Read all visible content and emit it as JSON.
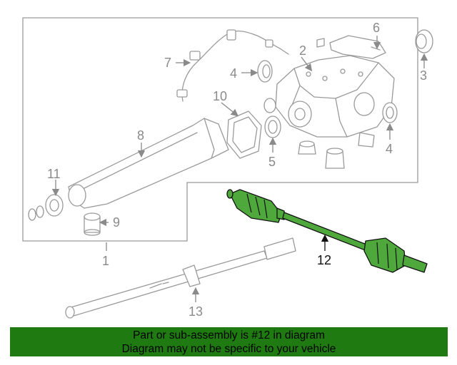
{
  "callouts": {
    "c1": "1",
    "c2": "2",
    "c3": "3",
    "c4a": "4",
    "c4b": "4",
    "c5": "5",
    "c6": "6",
    "c7": "7",
    "c8": "8",
    "c9": "9",
    "c10": "10",
    "c11": "11",
    "c12": "12",
    "c13": "13"
  },
  "highlighted_part": "12",
  "colors": {
    "highlight": "#4fa83b",
    "banner": "#1f7a12",
    "line": "#9a9a9a"
  },
  "banner": {
    "line1": "Part or sub-assembly is #12 in diagram",
    "line2": "Diagram may not be specific to your vehicle"
  }
}
